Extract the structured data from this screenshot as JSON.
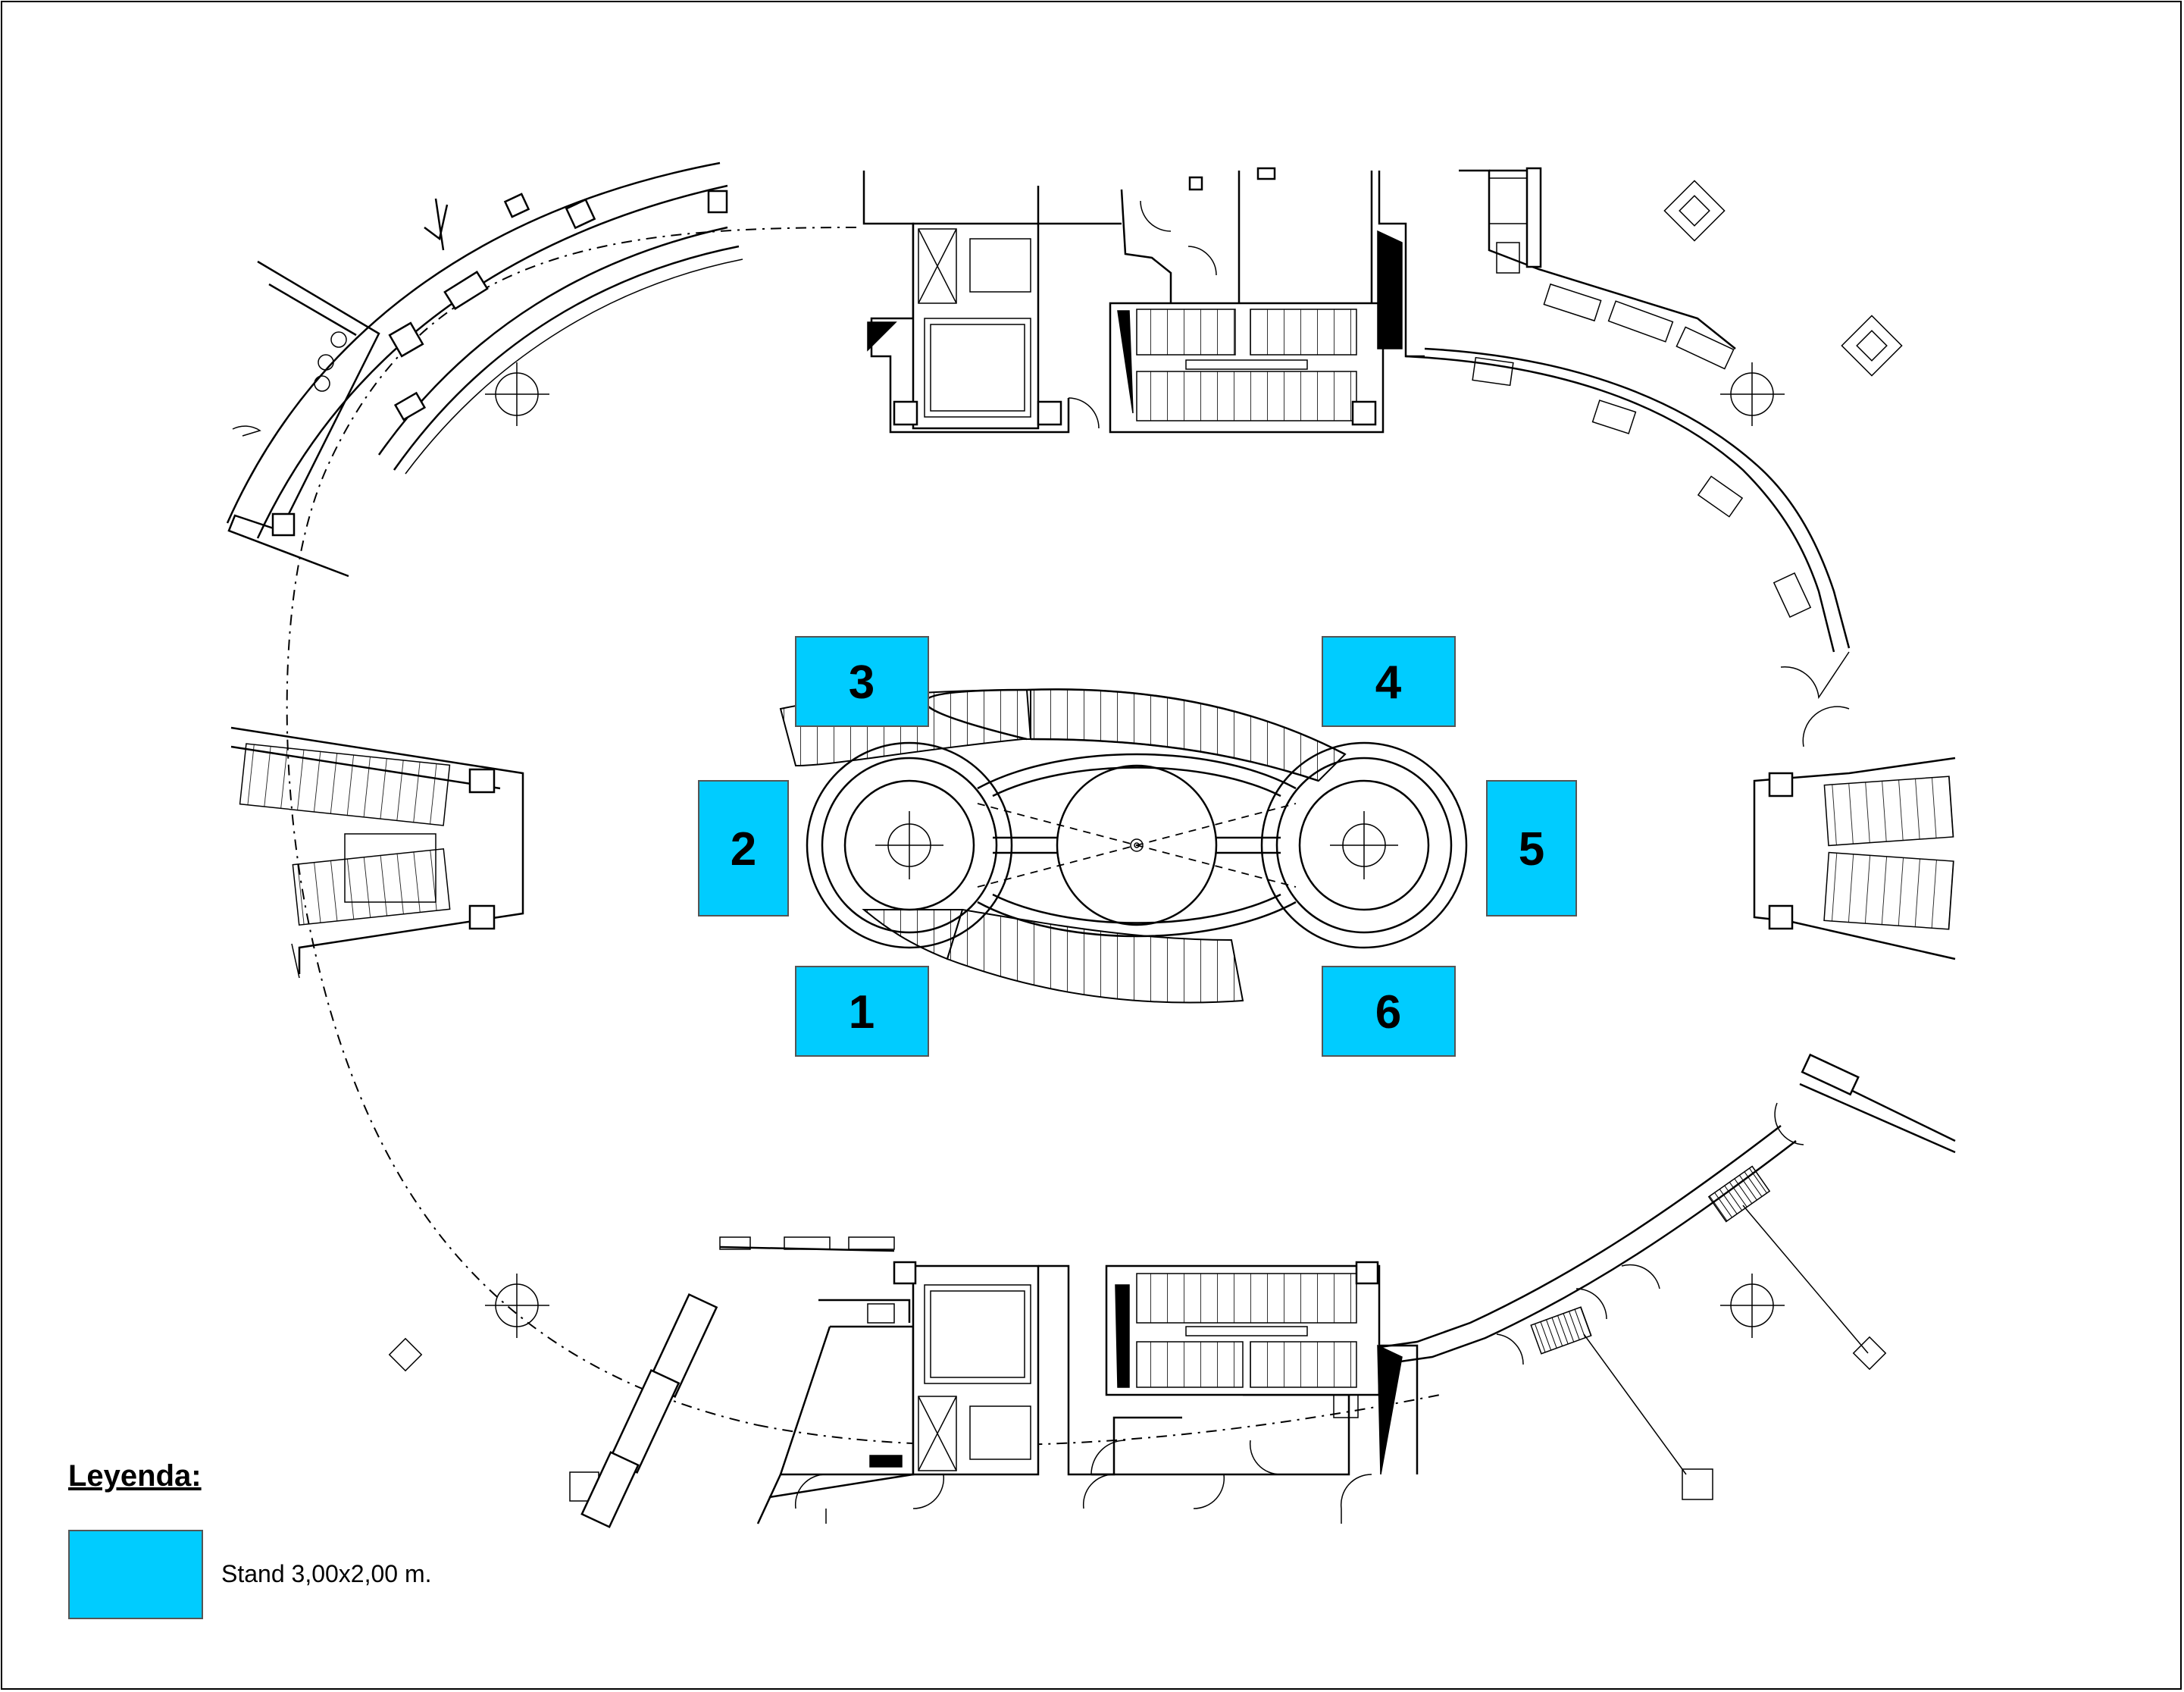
{
  "colors": {
    "stand_fill": "#00CCFF",
    "line": "#000000",
    "background": "#FFFFFF"
  },
  "stands": [
    {
      "id": "stand-1",
      "label": "1"
    },
    {
      "id": "stand-2",
      "label": "2"
    },
    {
      "id": "stand-3",
      "label": "3"
    },
    {
      "id": "stand-4",
      "label": "4"
    },
    {
      "id": "stand-5",
      "label": "5"
    },
    {
      "id": "stand-6",
      "label": "6"
    }
  ],
  "legend": {
    "title": "Leyenda:",
    "items": [
      {
        "label": "Stand 3,00x2,00 m."
      }
    ]
  }
}
